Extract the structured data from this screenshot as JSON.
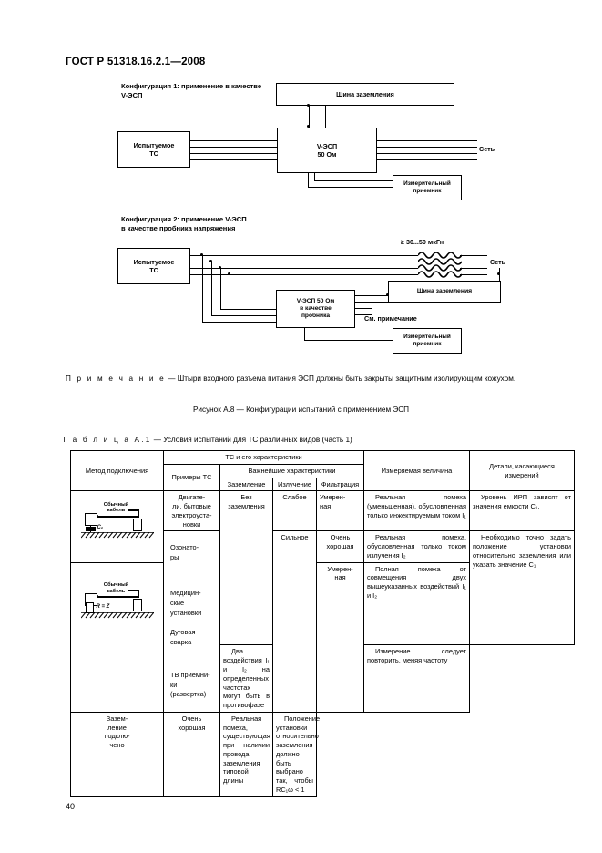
{
  "document": {
    "standard_number": "ГОСТ Р 51318.16.2.1—2008",
    "page_number": "40"
  },
  "figure": {
    "config1": {
      "title": "Конфигурация 1: применение в качестве\nV-ЭСП",
      "dut_label": "Испытуемое\nТС",
      "ground_bus_label": "Шина заземления",
      "device_label": "V-ЭСП\n50 Ом",
      "mains_label": "Сеть",
      "receiver_label": "Измерительный\nприемник"
    },
    "config2": {
      "title": "Конфигурация 2: применение V-ЭСП\n   в качестве пробника напряжения",
      "dut_label": "Испытуемое\nТС",
      "inductor_label": "≥ 30...50 мкГн",
      "mains_label": "Сеть",
      "ground_bus_label": "Шина заземления",
      "device_label": "V-ЭСП 50 Ом\nв качестве\nпробника",
      "see_note_label": "См. примечание",
      "receiver_label": "Измерительный\nприемник"
    }
  },
  "note": {
    "prefix": "П р и м е ч а н и е",
    "dash": " — ",
    "text": "Штыри входного разъема питания ЭСП должны быть закрыты защитным изолирующим кожухом."
  },
  "figure_caption": "Рисунок А.8 — Конфигурации испытаний с применением ЭСП",
  "table_caption": {
    "prefix": "Т а б л и ц а  А.1",
    "text": " — Условия испытаний для ТС различных видов (часть 1)"
  },
  "table": {
    "headers": {
      "method": "Метод подключения",
      "eut_group": "ТС и его характеристики",
      "examples": "Примеры ТС",
      "key_chars": "Важнейшие характеристики",
      "grounding": "Заземление",
      "radiation": "Излучение",
      "filtration": "Фильтрация",
      "measured_value": "Измеряемая величина",
      "details": "Детали, касающиеся измерений"
    },
    "diagram1": {
      "cable_label": "Обычный\nкабель",
      "cap_label": "C₁"
    },
    "diagram2": {
      "cable_label": "Обычный\nкабель",
      "res_label": "R = Z"
    },
    "examples": {
      "cell1": "Двигате-\nли, бытовые\nэлектроуста-\nновки",
      "cell2_line1": "Озонато-\nры",
      "cell2_line2": "Медицин-\nские\nустановки",
      "cell2_line3": "Дуговая\nсварка",
      "cell2_line4": "ТВ приемни-\nки\n(развертка)"
    },
    "grounding": {
      "none": "Без\nзаземления",
      "connected": "Зазем-\nление\nподклю-\nчено"
    },
    "radiation": {
      "weak": "Слабое",
      "strong": "Сильное"
    },
    "filtration": {
      "moderate1": "Умерен-\nная",
      "very_good1": "Очень\nхорошая",
      "moderate2": "Умерен-\nная",
      "very_good2": "Очень\nхорошая"
    },
    "measured": {
      "row1": "Реальная помеха (уменьшенная), обусловленная только инжектируемым током I₁",
      "row2": "Реальная помеха, обусловленная только током излучения I₂",
      "row3": "Полная помеха от совмещения двух вышеуказанных воздействий I₁ и I₂",
      "row4": "Два воздействия I₁ и I₂ на определенных частотах могут быть в противофазе",
      "row5": "Реальная помеха, существующая при наличии провода заземления типовой длины"
    },
    "details": {
      "row1": "Уровень ИРП зависят от значения емкости C₁.",
      "row2": "Необходимо точно задать положение установки относительно заземления или указать значение C₁",
      "row4": "Измерение следует повторить, меняя частоту",
      "row5": "Положение установки относительно заземления должно быть выбрано так, чтобы RC₁ω < 1"
    }
  }
}
